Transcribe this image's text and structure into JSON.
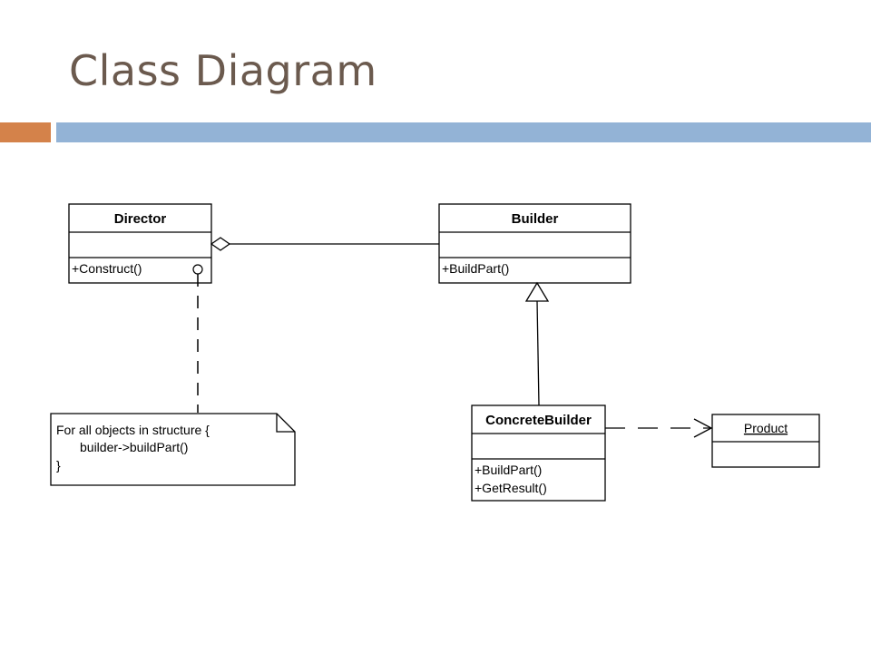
{
  "slide": {
    "title": "Class Diagram"
  },
  "diagram": {
    "classes": {
      "director": {
        "name": "Director",
        "operations": [
          "+Construct()"
        ]
      },
      "builder": {
        "name": "Builder",
        "operations": [
          "+BuildPart()"
        ]
      },
      "concrete_builder": {
        "name": "ConcreteBuilder",
        "operations": [
          "+BuildPart()",
          "+GetResult()"
        ]
      },
      "product": {
        "name": "Product",
        "operations": []
      }
    },
    "note": {
      "lines": [
        "For all objects in structure {",
        "builder->buildPart()",
        "}"
      ]
    },
    "relationships": [
      {
        "type": "aggregation",
        "from": "Director",
        "to": "Builder"
      },
      {
        "type": "generalization",
        "from": "ConcreteBuilder",
        "to": "Builder"
      },
      {
        "type": "dependency",
        "from": "ConcreteBuilder",
        "to": "Product"
      },
      {
        "type": "note-anchor",
        "from": "Director.Construct",
        "to": "note"
      }
    ]
  }
}
